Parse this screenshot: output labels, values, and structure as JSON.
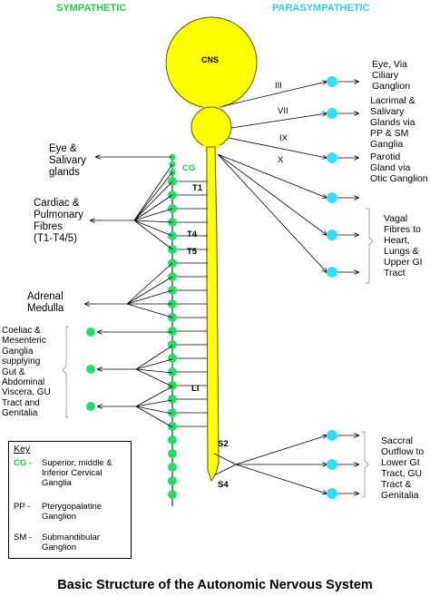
{
  "headers": {
    "sympathetic": "SYMPATHETIC",
    "parasympathetic": "PARASYMPATHETIC"
  },
  "cns_label": "CNS",
  "cg_label": "CG",
  "segments": {
    "t1": "T1",
    "t4": "T4",
    "t5": "T5",
    "l1": "LI",
    "s2": "S2",
    "s4": "S4"
  },
  "cranial_nerves": {
    "iii": "III",
    "vii": "VII",
    "ix": "IX",
    "x": "X"
  },
  "sympathetic_targets": {
    "eye": "Eye &\nSalivary\nglands",
    "cardiac": "Cardiac &\nPulmonary\nFibres\n(T1-T4/5)",
    "adrenal": "Adrenal\nMedulla",
    "coeliac": "Coeliac &\nMesenteric\nGanglia\nsupplying\nGut &\nAbdominal\nViscera, GU\nTract and\nGenitalia"
  },
  "parasympathetic_targets": {
    "eye": "Eye, Via\nCiliary\nGanglion",
    "lacrimal": "Lacrimal &\nSalivary\nGlands via\nPP & SM\nGanglia",
    "parotid": "Parotid\nGland via\nOtic Ganglion",
    "vagal": "Vagal\nFibres to\nHeart,\nLungs &\nUpper GI\nTract",
    "sacral": "Saccral\nOutflow to\nLower GI\nTract, GU\nTract &\nGenitalia"
  },
  "key": {
    "title": "Key",
    "entries": [
      {
        "abbr": "CG -",
        "desc": "Superior, middle &\nInferior Cervical\nGanglia"
      },
      {
        "abbr": "PP -",
        "desc": "Pterygopalatine\nGanglion"
      },
      {
        "abbr": "SM -",
        "desc": "Submandibular\nGanglion"
      }
    ]
  },
  "title": "Basic Structure of the Autonomic Nervous System",
  "colors": {
    "sympathetic_header": "#22cc44",
    "parasympathetic_header": "#33ccee",
    "cns_fill": "#ffff00",
    "cns_stroke": "#555500",
    "sympathetic_ganglion": "#22dd66",
    "parasympathetic_ganglion": "#33ddff",
    "cg_label": "#22cc44"
  }
}
